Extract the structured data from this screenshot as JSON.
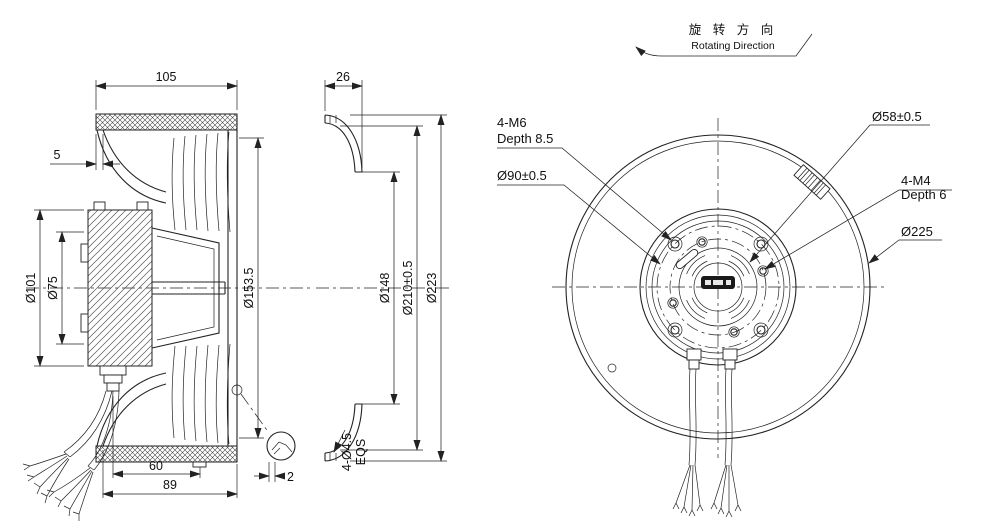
{
  "colors": {
    "line": "#222222",
    "background": "#ffffff"
  },
  "rotation": {
    "cn": "旋 转 方 向",
    "en": "Rotating Direction"
  },
  "side": {
    "d105": "105",
    "d5": "5",
    "d101": "Ø101",
    "d75": "Ø75",
    "d153": "Ø153.5",
    "d60": "60",
    "d89": "89",
    "d2": "2"
  },
  "inlet": {
    "d26": "26",
    "d148": "Ø148",
    "d210": "Ø210±0.5",
    "d223": "Ø223",
    "holes1": "4-Ø4.5",
    "holes2": "EQS"
  },
  "front": {
    "m6a": "4-M6",
    "m6b": "Depth 8.5",
    "d90": "Ø90±0.5",
    "d58": "Ø58±0.5",
    "m4a": "4-M4",
    "m4b": "Depth 6",
    "d225": "Ø225"
  }
}
